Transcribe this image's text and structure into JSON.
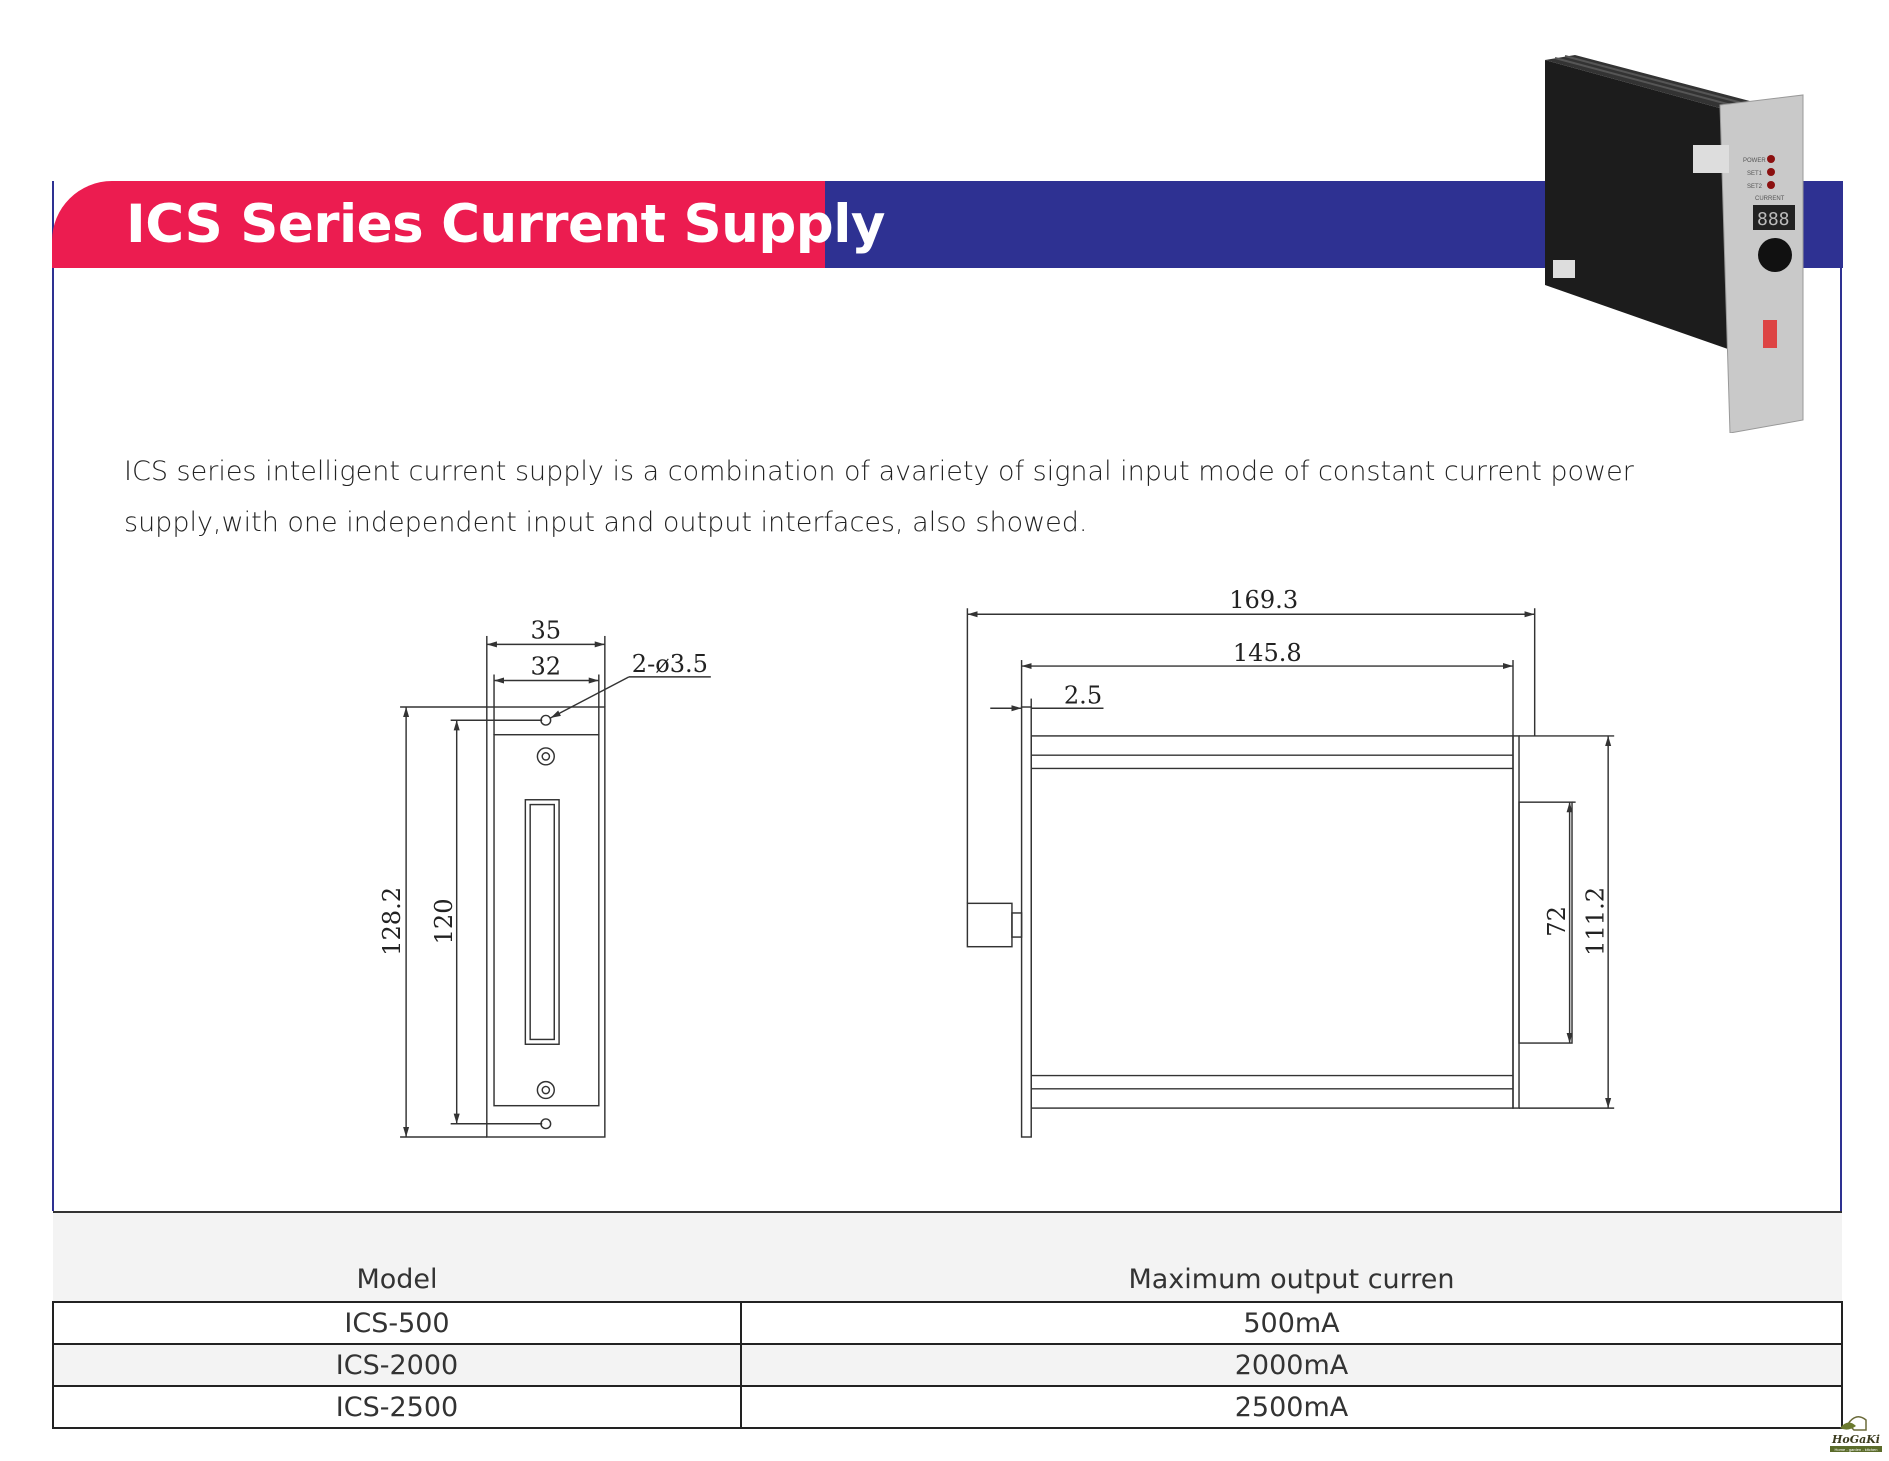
{
  "header": {
    "title": "ICS Series Current Supply"
  },
  "description": "ICS series intelligent current supply is a combination of avariety of signal input mode of constant current power supply,with one independent input and output interfaces, also showed.",
  "product_image": {
    "labels": [
      "POWER",
      "SET1",
      "SET2",
      "CURRENT",
      "888"
    ]
  },
  "front_view": {
    "width_outer": "35",
    "width_inner": "32",
    "holes": "2-ø3.5",
    "height_outer": "128.2",
    "height_inner": "120"
  },
  "side_view": {
    "length_total": "169.3",
    "length_body": "145.8",
    "panel_thickness": "2.5",
    "height_body": "111.2",
    "height_connector": "72"
  },
  "table": {
    "headers": [
      "Model",
      "Maximum output curren"
    ],
    "rows": [
      {
        "model": "ICS-500",
        "current": "500mA"
      },
      {
        "model": "ICS-2000",
        "current": "2000mA"
      },
      {
        "model": "ICS-2500",
        "current": "2500mA"
      }
    ]
  },
  "logo": {
    "text": "HoGaKi",
    "tagline": "Home - garden - kitchen"
  },
  "colors": {
    "red": "#ec1c50",
    "blue": "#2e3192"
  }
}
